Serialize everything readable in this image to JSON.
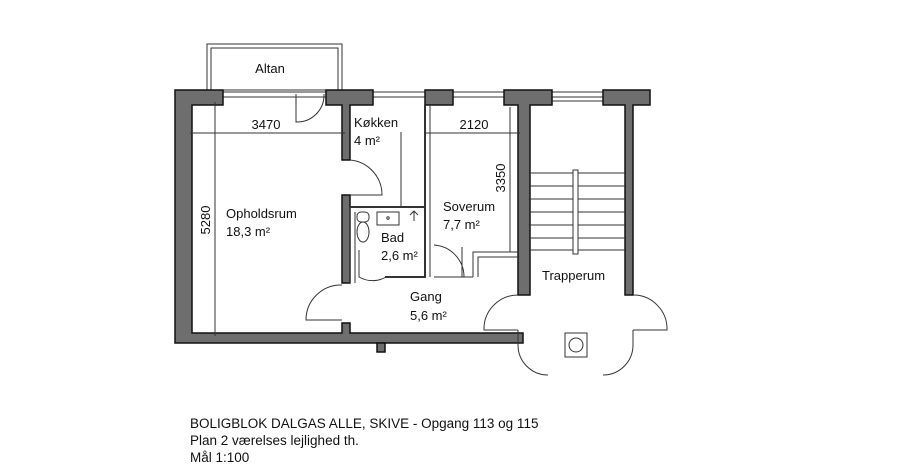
{
  "rooms": {
    "altan": "Altan",
    "opholdsrum": {
      "name": "Opholdsrum",
      "area": "18,3 m²"
    },
    "koekken": {
      "name": "Køkken",
      "area": "4 m²"
    },
    "bad": {
      "name": "Bad",
      "area": "2,6 m²"
    },
    "soverum": {
      "name": "Soverum",
      "area": "7,7 m²"
    },
    "gang": {
      "name": "Gang",
      "area": "5,6 m²"
    },
    "trapperum": "Trapperum"
  },
  "dimensions": {
    "opholdsrum_width": "3470",
    "opholdsrum_depth": "5280",
    "soverum_width": "2120",
    "soverum_depth": "3350"
  },
  "caption": {
    "line1": "BOLIGBLOK DALGAS ALLE, SKIVE - Opgang 113 og 115",
    "line2": "Plan 2 værelses lejlighed th.",
    "line3": "Mål 1:100"
  }
}
